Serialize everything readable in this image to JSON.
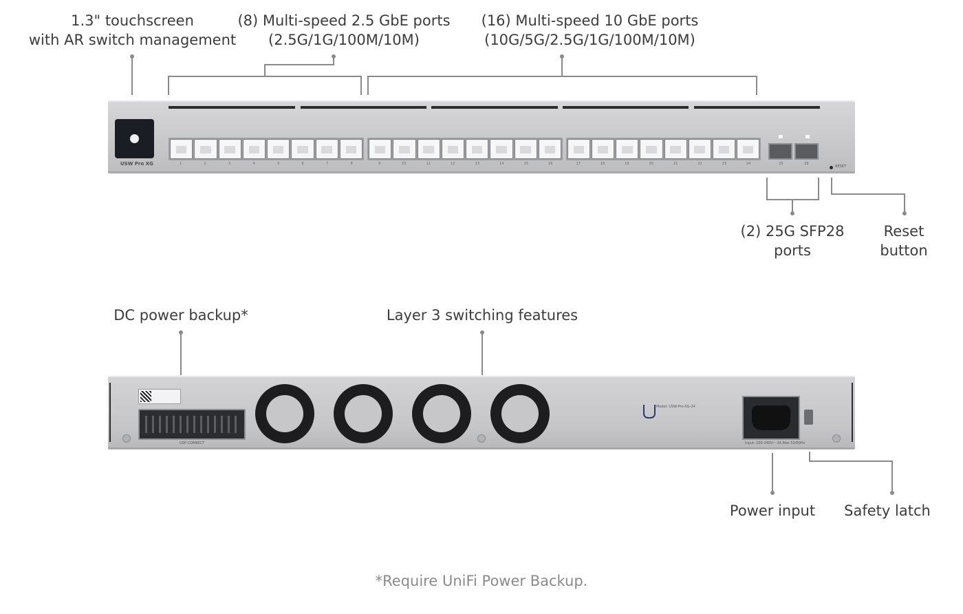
{
  "callouts": {
    "touchscreen": [
      "1.3\" touchscreen",
      "with AR switch management"
    ],
    "ports_2_5g": [
      "(8) Multi-speed 2.5 GbE ports",
      "(2.5G/1G/100M/10M)"
    ],
    "ports_10g": [
      "(16) Multi-speed 10 GbE ports",
      "(10G/5G/2.5G/1G/100M/10M)"
    ],
    "sfp28": [
      "(2) 25G SFP28",
      "ports"
    ],
    "reset": [
      "Reset",
      "button"
    ],
    "dc_backup": "DC power backup*",
    "layer3": "Layer 3 switching features",
    "power_input": "Power input",
    "safety_latch": "Safety latch"
  },
  "device": {
    "model_label": "USW Pro XG",
    "reset_label": "RESET",
    "usp_label": "USP CONNECT",
    "port_numbers": [
      "1",
      "2",
      "3",
      "4",
      "5",
      "6",
      "7",
      "8",
      "9",
      "10",
      "11",
      "12",
      "13",
      "14",
      "15",
      "16",
      "17",
      "18",
      "19",
      "20",
      "21",
      "22",
      "23",
      "24"
    ],
    "sfp_numbers": [
      "25",
      "26"
    ],
    "rear_model_label": "Model: USW-Pro-XG-24",
    "power_rating": "Input: 100-240V~ 3A Max 50/60Hz"
  },
  "footnote": "*Require UniFi Power Backup."
}
